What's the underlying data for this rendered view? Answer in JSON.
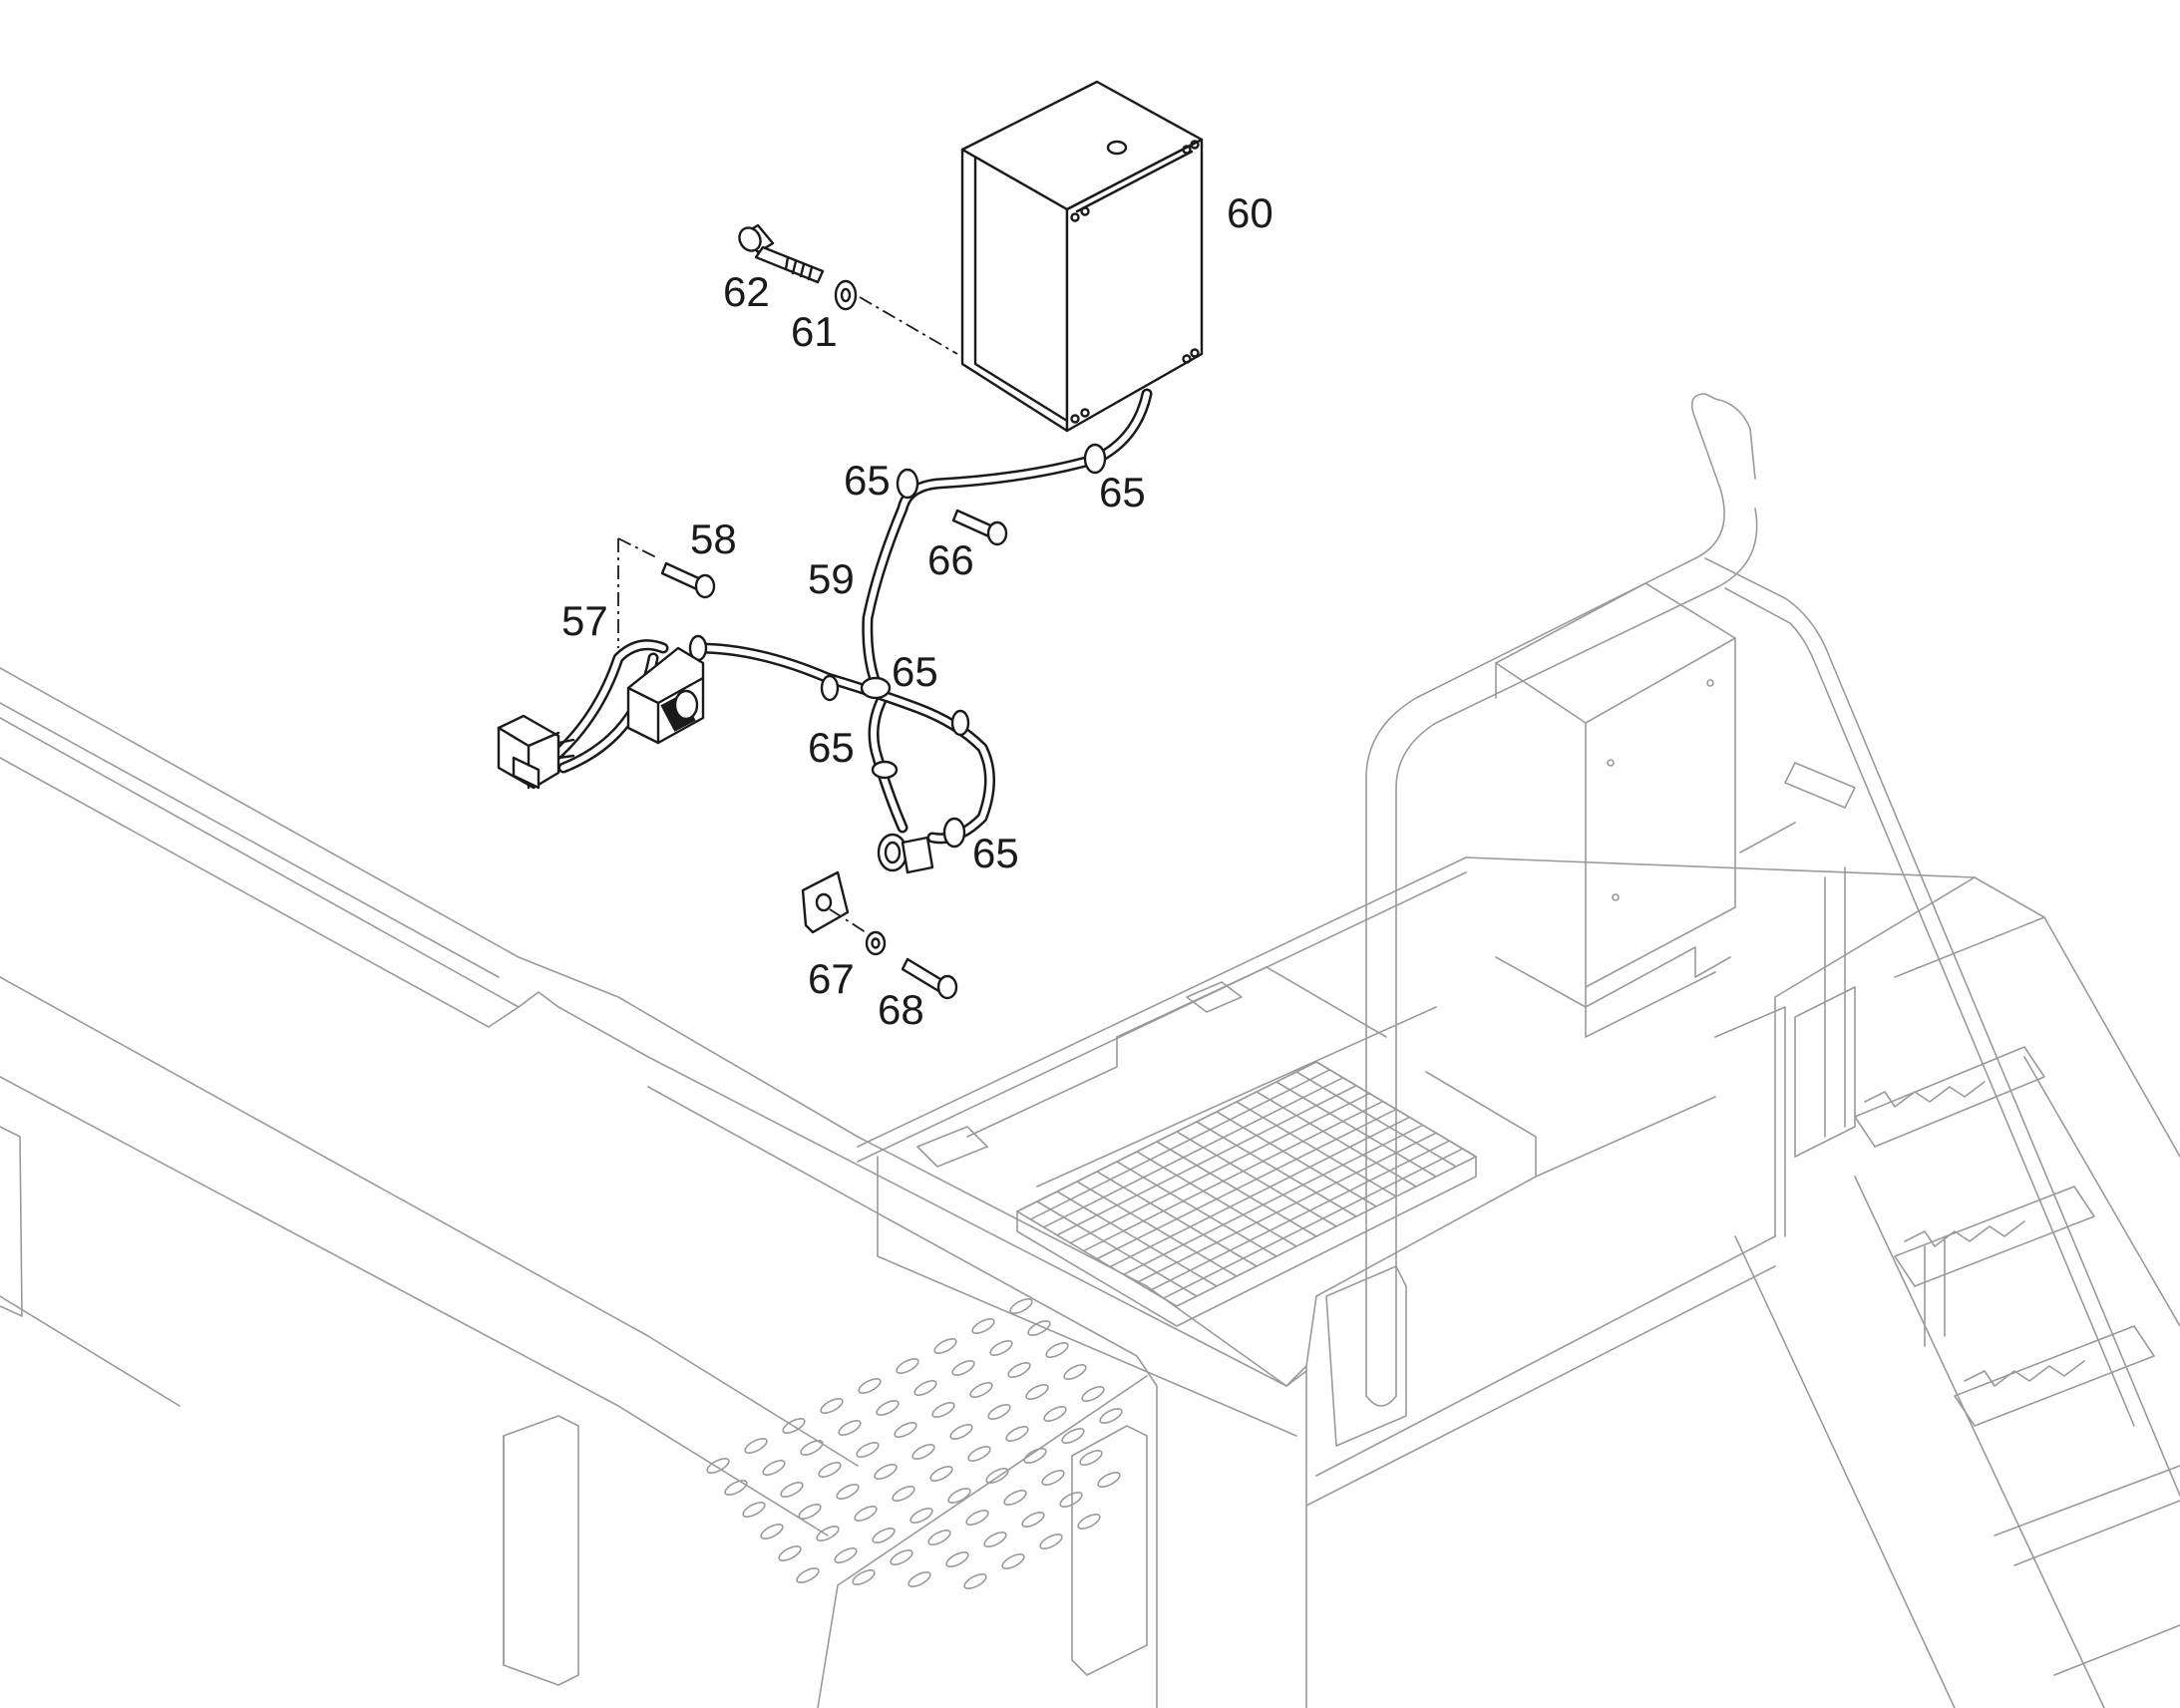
{
  "callouts": {
    "n57": "57",
    "n58": "58",
    "n59": "59",
    "n60": "60",
    "n61": "61",
    "n62": "62",
    "n65a": "65",
    "n65b": "65",
    "n65c": "65",
    "n65d": "65",
    "n65e": "65",
    "n66": "66",
    "n67": "67",
    "n68": "68"
  },
  "colors": {
    "background": "#ffffff",
    "line": "#1a1a1a",
    "machine_line": "#9a9a9a"
  }
}
